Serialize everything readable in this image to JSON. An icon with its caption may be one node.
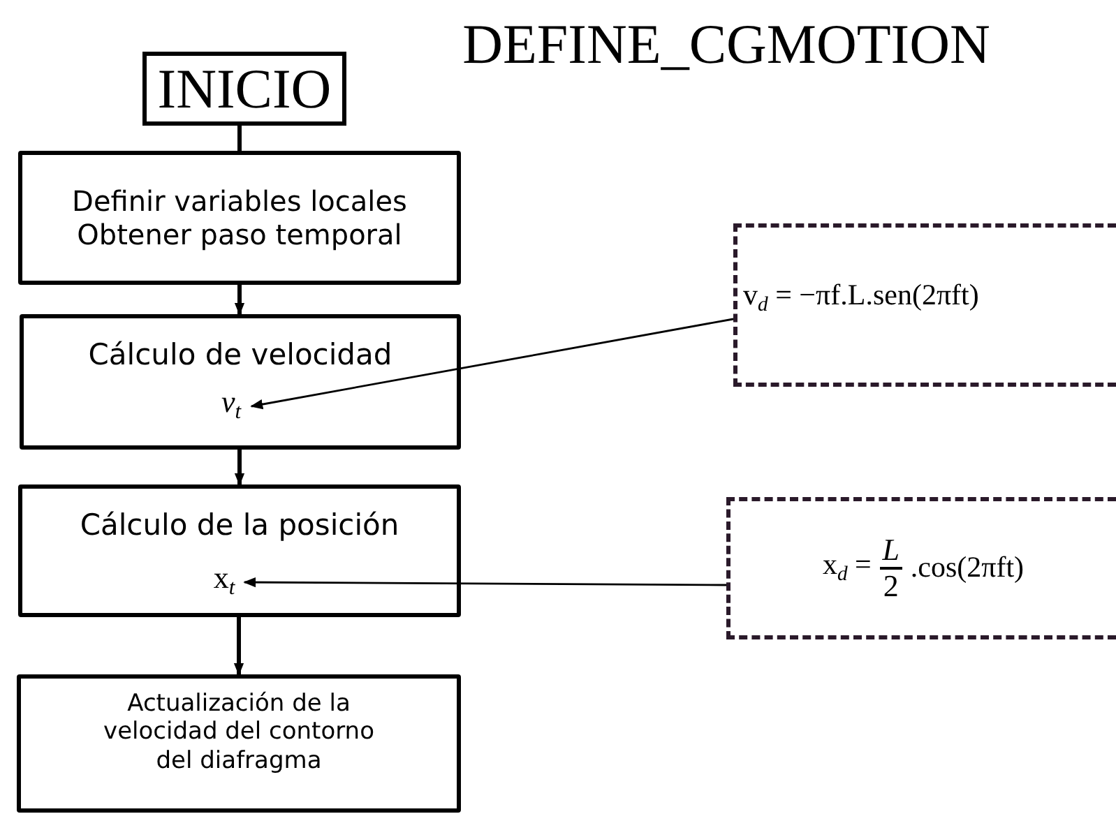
{
  "diagram": {
    "title": "DEFINE_CGMOTION",
    "nodes": [
      {
        "text": [
          "INICIO"
        ]
      },
      {
        "text": [
          "Definir variables locales",
          "Obtener paso temporal"
        ]
      },
      {
        "text": [
          "Cálculo de velocidad"
        ]
      },
      {
        "text": [
          "v$_{t}$"
        ],
        "in": 2
      },
      {
        "text": [
          "v$_{d}$ = −πf.L.sen(2πft)"
        ]
      },
      {
        "text": [
          "Cálculo de la posición"
        ]
      },
      {
        "text": [
          "x$_{t}$"
        ],
        "in": 5
      },
      {
        "text": [
          "x$_{d}$ =",
          "L",
          "2",
          ".cos(2πft)"
        ]
      },
      {
        "text": [
          "Actualización de la velocidad del contorno del diafragma"
        ]
      }
    ],
    "edges": [
      {
        "from": 0,
        "to": 1,
        "arrow": "none"
      },
      {
        "from": 1,
        "to": 2,
        "arrow": "to"
      },
      {
        "from": 2,
        "to": 5,
        "arrow": "to"
      },
      {
        "from": 5,
        "to": 8,
        "arrow": "to"
      },
      {
        "from": 4,
        "to": 3,
        "arrow": "to"
      },
      {
        "from": 7,
        "to": 6,
        "arrow": "to"
      }
    ]
  }
}
